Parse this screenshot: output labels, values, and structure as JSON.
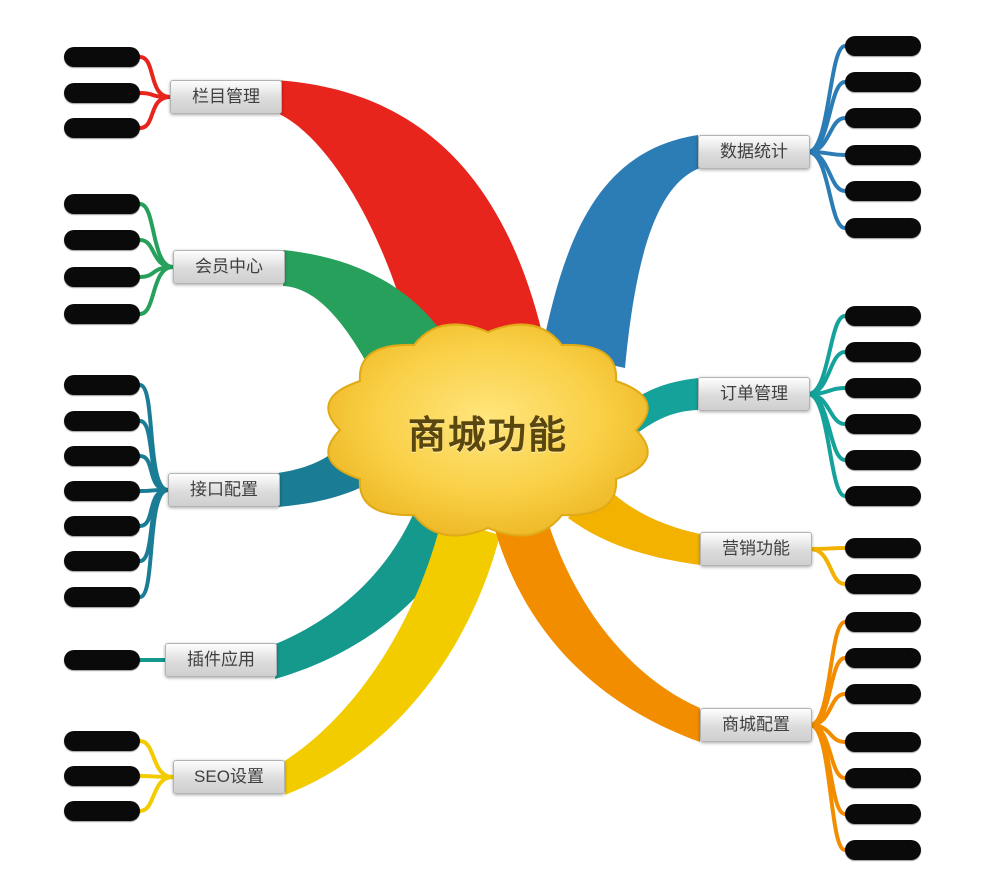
{
  "center": {
    "label": "商城功能"
  },
  "branches": [
    {
      "label": "栏目管理",
      "color": "#e8251d",
      "side": "left",
      "leaf_count": 3
    },
    {
      "label": "会员中心",
      "color": "#27a05c",
      "side": "left",
      "leaf_count": 4
    },
    {
      "label": "接口配置",
      "color": "#1a7d95",
      "side": "left",
      "leaf_count": 7
    },
    {
      "label": "插件应用",
      "color": "#14998c",
      "side": "left",
      "leaf_count": 1
    },
    {
      "label": "SEO设置",
      "color": "#f3cc00",
      "side": "left",
      "leaf_count": 3
    },
    {
      "label": "数据统计",
      "color": "#2c7cb5",
      "side": "right",
      "leaf_count": 6
    },
    {
      "label": "订单管理",
      "color": "#15a29a",
      "side": "right",
      "leaf_count": 6
    },
    {
      "label": "营销功能",
      "color": "#f3b200",
      "side": "right",
      "leaf_count": 2
    },
    {
      "label": "商城配置",
      "color": "#f28d00",
      "side": "right",
      "leaf_count": 7
    }
  ]
}
